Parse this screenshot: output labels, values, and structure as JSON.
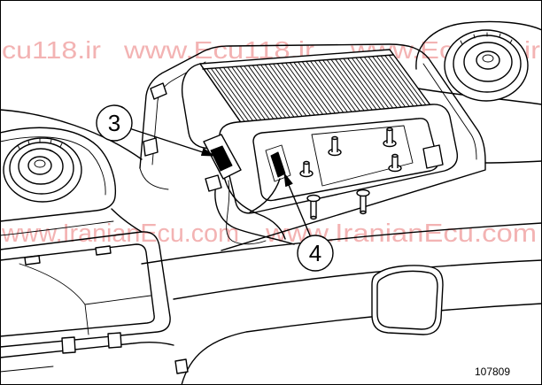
{
  "callouts": [
    {
      "label": "3"
    },
    {
      "label": "4"
    }
  ],
  "reference_number": "107809",
  "watermarks": {
    "top": [
      "cu118.ir",
      "www.Ecu118.ir",
      "www.Ecu118.ir"
    ],
    "bottom": [
      "www.IranianEcu.com",
      "www.IranianEcu.com"
    ]
  },
  "colors": {
    "line": "#000000",
    "watermark": "#f3b3b3",
    "background": "#ffffff"
  }
}
